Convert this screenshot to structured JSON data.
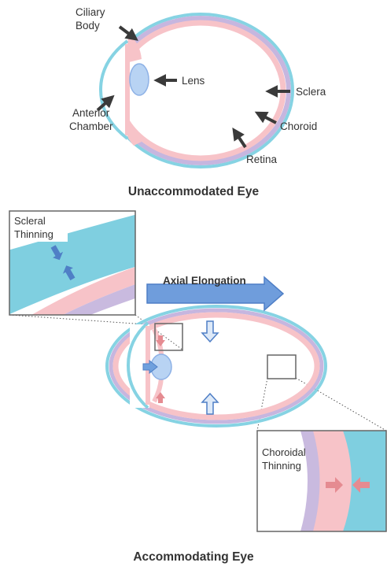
{
  "top_diagram": {
    "labels": {
      "ciliary_body_line1": "Ciliary",
      "ciliary_body_line2": "Body",
      "lens": "Lens",
      "sclera": "Sclera",
      "anterior_chamber_line1": "Anterior",
      "anterior_chamber_line2": "Chamber",
      "choroid": "Choroid",
      "retina": "Retina"
    },
    "caption": "Unaccommodated Eye"
  },
  "bottom_diagram": {
    "inset_scleral_line1": "Scleral",
    "inset_scleral_line2": "Thinning",
    "axial_arrow_label": "Axial  Elongation",
    "inset_choroidal_line1": "Choroidal",
    "inset_choroidal_line2": "Thinning",
    "caption": "Accommodating Eye"
  },
  "colors": {
    "sclera": "#7fcfe0",
    "choroid": "#c4b4de",
    "retina": "#f7c3c8",
    "lens": "#b8d3f3",
    "blue_arrow": "#4f7fc6",
    "red_arrow": "#e7898f"
  }
}
